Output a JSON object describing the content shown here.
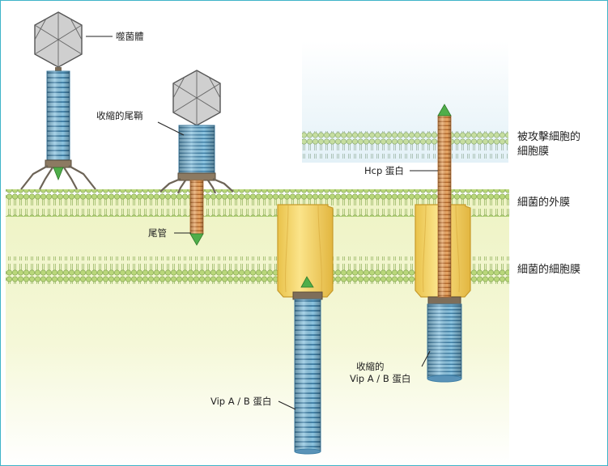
{
  "labels": {
    "bacteriophage": "噬菌體",
    "contracted_sheath": "收縮的尾鞘",
    "tail_tube": "尾管",
    "hcp_protein": "Hcp 蛋白",
    "vip_ab_protein": "Vip A / B 蛋白",
    "contracted_vip_line1": "收縮的",
    "contracted_vip_line2": "Vip A / B 蛋白",
    "target_membrane_line1": "被攻擊細胞的",
    "target_membrane_line2": "細胞膜",
    "outer_membrane": "細菌的外膜",
    "inner_membrane": "細菌的細胞膜"
  },
  "colors": {
    "frame": "#3fb4c8",
    "sheath_blue": "#7fb8d8",
    "tube_orange": "#e6a25a",
    "tip_green": "#4fae4a",
    "capsid_gray": "#c8c8c8",
    "channel_yellow": "#f6d86a",
    "membrane_green": "#9cc26a",
    "cytoplasm": "#f4f6d2"
  }
}
